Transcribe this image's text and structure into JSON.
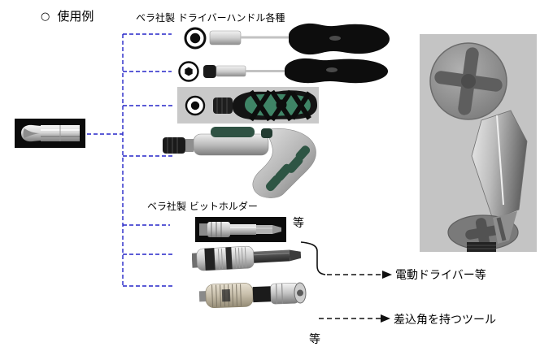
{
  "header": {
    "marker": "○",
    "title": "使用例"
  },
  "labels": {
    "handles": "ベラ社製 ドライバーハンドル各種",
    "bit_holders": "ベラ社製 ビットホルダー",
    "etc_after_holders": "等",
    "etc_bottom": "等"
  },
  "annotations": [
    {
      "label": "電動ドライバー等"
    },
    {
      "label": "差込角を持つツール"
    }
  ],
  "figures": [
    {
      "name": "phillips-bit-photo",
      "alt": "フィリップスビット（黒背景写真）"
    },
    {
      "name": "driver-handle-1",
      "alt": "黒ハンドルのドライバーとビットアダプター"
    },
    {
      "name": "driver-handle-2",
      "alt": "黒ハンドルのドライバー"
    },
    {
      "name": "driver-handle-3",
      "alt": "緑と黒のスタビードライバー（写真）"
    },
    {
      "name": "pistol-grip-driver",
      "alt": "ピストルグリップ型ドライバー"
    },
    {
      "name": "bit-holder-1",
      "alt": "六角シャンク付きビットホルダー（黒背景写真）"
    },
    {
      "name": "bit-holder-2",
      "alt": "クイックリリースビットホルダー"
    },
    {
      "name": "bit-holder-3",
      "alt": "真鍮色ビットホルダー"
    },
    {
      "name": "bit-closeup",
      "alt": "ビットとネジ頭の拡大写真"
    }
  ],
  "colors": {
    "connector_blue": "#2525c8",
    "arrow_black": "#111111",
    "wera_green": "#3f8466",
    "photo_grey": "#c9c9c9",
    "background": "#ffffff"
  }
}
